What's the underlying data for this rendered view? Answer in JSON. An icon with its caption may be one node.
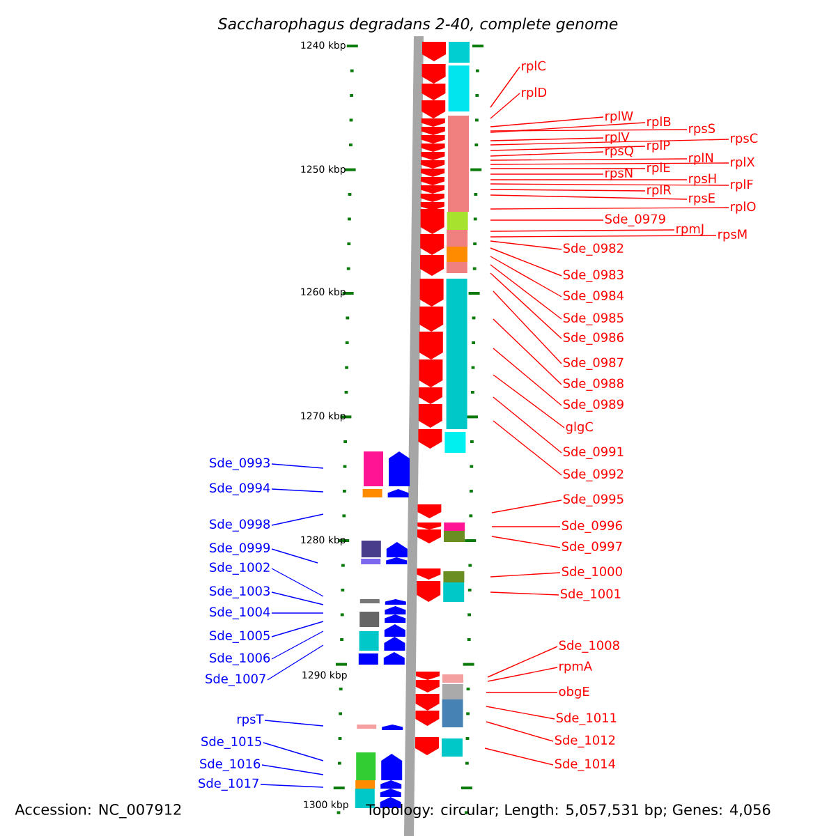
{
  "diagram": {
    "title": "Saccharophagus degradans 2-40, complete genome",
    "nodes": [
      {
        "text": [
          "rplC"
        ]
      },
      {
        "text": [
          "rplD"
        ]
      },
      {
        "text": [
          "rplW"
        ]
      },
      {
        "text": [
          "rplB"
        ]
      },
      {
        "text": [
          "rpsS"
        ]
      },
      {
        "text": [
          "rplV"
        ]
      },
      {
        "text": [
          "rpsC"
        ]
      },
      {
        "text": [
          "rplP"
        ]
      },
      {
        "text": [
          "rpsQ"
        ]
      },
      {
        "text": [
          "rplN"
        ]
      },
      {
        "text": [
          "rplX"
        ]
      },
      {
        "text": [
          "rplE"
        ]
      },
      {
        "text": [
          "rpsN"
        ]
      },
      {
        "text": [
          "rpsH"
        ]
      },
      {
        "text": [
          "rplF"
        ]
      },
      {
        "text": [
          "rplR"
        ]
      },
      {
        "text": [
          "rpsE"
        ]
      },
      {
        "text": [
          "rplO"
        ]
      },
      {
        "text": [
          "Sde_0979"
        ]
      },
      {
        "text": [
          "rpmJ"
        ]
      },
      {
        "text": [
          "rpsM"
        ]
      },
      {
        "text": [
          "Sde_0982"
        ]
      },
      {
        "text": [
          "Sde_0983"
        ]
      },
      {
        "text": [
          "Sde_0984"
        ]
      },
      {
        "text": [
          "Sde_0985"
        ]
      },
      {
        "text": [
          "Sde_0986"
        ]
      },
      {
        "text": [
          "Sde_0987"
        ]
      },
      {
        "text": [
          "Sde_0988"
        ]
      },
      {
        "text": [
          "Sde_0989"
        ]
      },
      {
        "text": [
          "glgC"
        ]
      },
      {
        "text": [
          "Sde_0991"
        ]
      },
      {
        "text": [
          "Sde_0992"
        ]
      },
      {
        "text": [
          "Sde_0995"
        ]
      },
      {
        "text": [
          "Sde_0996"
        ]
      },
      {
        "text": [
          "Sde_0997"
        ]
      },
      {
        "text": [
          "Sde_1000"
        ]
      },
      {
        "text": [
          "Sde_1001"
        ]
      },
      {
        "text": [
          "Sde_1008"
        ]
      },
      {
        "text": [
          "rpmA"
        ]
      },
      {
        "text": [
          "obgE"
        ]
      },
      {
        "text": [
          "Sde_1011"
        ]
      },
      {
        "text": [
          "Sde_1012"
        ]
      },
      {
        "text": [
          "Sde_1014"
        ]
      },
      {
        "text": [
          "Sde_0993"
        ]
      },
      {
        "text": [
          "Sde_0994"
        ]
      },
      {
        "text": [
          "Sde_0998"
        ]
      },
      {
        "text": [
          "Sde_0999"
        ]
      },
      {
        "text": [
          "Sde_1002"
        ]
      },
      {
        "text": [
          "Sde_1003"
        ]
      },
      {
        "text": [
          "Sde_1004"
        ]
      },
      {
        "text": [
          "Sde_1005"
        ]
      },
      {
        "text": [
          "Sde_1006"
        ]
      },
      {
        "text": [
          "Sde_1007"
        ]
      },
      {
        "text": [
          "rpsT"
        ]
      },
      {
        "text": [
          "Sde_1015"
        ]
      },
      {
        "text": [
          "Sde_1016"
        ]
      },
      {
        "text": [
          "Sde_1017"
        ]
      }
    ],
    "edges": [
      {
        "from": 0,
        "to": null,
        "arrow": "none"
      },
      {
        "from": 1,
        "to": null,
        "arrow": "none"
      },
      {
        "from": 2,
        "to": null,
        "arrow": "none"
      },
      {
        "from": 3,
        "to": null,
        "arrow": "none"
      },
      {
        "from": 4,
        "to": null,
        "arrow": "none"
      },
      {
        "from": 5,
        "to": null,
        "arrow": "none"
      },
      {
        "from": 6,
        "to": null,
        "arrow": "none"
      },
      {
        "from": 7,
        "to": null,
        "arrow": "none"
      },
      {
        "from": 8,
        "to": null,
        "arrow": "none"
      },
      {
        "from": 9,
        "to": null,
        "arrow": "none"
      },
      {
        "from": 10,
        "to": null,
        "arrow": "none"
      },
      {
        "from": 11,
        "to": null,
        "arrow": "none"
      },
      {
        "from": 12,
        "to": null,
        "arrow": "none"
      },
      {
        "from": 13,
        "to": null,
        "arrow": "none"
      },
      {
        "from": 14,
        "to": null,
        "arrow": "none"
      },
      {
        "from": 15,
        "to": null,
        "arrow": "none"
      },
      {
        "from": 16,
        "to": null,
        "arrow": "none"
      },
      {
        "from": 17,
        "to": null,
        "arrow": "none"
      },
      {
        "from": 18,
        "to": null,
        "arrow": "none"
      },
      {
        "from": 19,
        "to": null,
        "arrow": "none"
      },
      {
        "from": 20,
        "to": null,
        "arrow": "none"
      },
      {
        "from": 21,
        "to": null,
        "arrow": "none"
      },
      {
        "from": 22,
        "to": null,
        "arrow": "none"
      },
      {
        "from": 23,
        "to": null,
        "arrow": "none"
      },
      {
        "from": 24,
        "to": null,
        "arrow": "none"
      },
      {
        "from": 25,
        "to": null,
        "arrow": "none"
      },
      {
        "from": 26,
        "to": null,
        "arrow": "none"
      },
      {
        "from": 27,
        "to": null,
        "arrow": "none"
      },
      {
        "from": 28,
        "to": null,
        "arrow": "none"
      },
      {
        "from": 29,
        "to": null,
        "arrow": "none"
      },
      {
        "from": 30,
        "to": null,
        "arrow": "none"
      },
      {
        "from": 31,
        "to": null,
        "arrow": "none"
      },
      {
        "from": 32,
        "to": null,
        "arrow": "none"
      },
      {
        "from": 33,
        "to": null,
        "arrow": "none"
      },
      {
        "from": 34,
        "to": null,
        "arrow": "none"
      },
      {
        "from": 35,
        "to": null,
        "arrow": "none"
      },
      {
        "from": 36,
        "to": null,
        "arrow": "none"
      },
      {
        "from": 37,
        "to": null,
        "arrow": "none"
      },
      {
        "from": 38,
        "to": null,
        "arrow": "none"
      },
      {
        "from": 39,
        "to": null,
        "arrow": "none"
      },
      {
        "from": 40,
        "to": null,
        "arrow": "none"
      },
      {
        "from": 41,
        "to": null,
        "arrow": "none"
      },
      {
        "from": 42,
        "to": null,
        "arrow": "none"
      },
      {
        "from": 43,
        "to": null,
        "arrow": "none",
        "color": "#0000ff"
      },
      {
        "from": 44,
        "to": null,
        "arrow": "none",
        "color": "#0000ff"
      },
      {
        "from": 45,
        "to": null,
        "arrow": "none",
        "color": "#0000ff"
      },
      {
        "from": 46,
        "to": null,
        "arrow": "none",
        "color": "#0000ff"
      },
      {
        "from": 47,
        "to": null,
        "arrow": "none",
        "color": "#0000ff"
      },
      {
        "from": 48,
        "to": null,
        "arrow": "none",
        "color": "#0000ff"
      },
      {
        "from": 49,
        "to": null,
        "arrow": "none",
        "color": "#0000ff"
      },
      {
        "from": 50,
        "to": null,
        "arrow": "none",
        "color": "#0000ff"
      },
      {
        "from": 51,
        "to": null,
        "arrow": "none",
        "color": "#0000ff"
      },
      {
        "from": 52,
        "to": null,
        "arrow": "none",
        "color": "#0000ff"
      },
      {
        "from": 53,
        "to": null,
        "arrow": "none",
        "color": "#0000ff"
      },
      {
        "from": 54,
        "to": null,
        "arrow": "none",
        "color": "#0000ff"
      },
      {
        "from": 55,
        "to": null,
        "arrow": "none",
        "color": "#0000ff"
      },
      {
        "from": 56,
        "to": null,
        "arrow": "none",
        "color": "#0000ff"
      }
    ],
    "labels": [
      "1240 kbp",
      "1250 kbp",
      "1260 kbp",
      "1270 kbp",
      "1280 kbp",
      "1290 kbp",
      "1300 kbp",
      "Accession: NC_007912",
      "Topology: circular; Length: 5,057,531 bp; Genes: 4,056"
    ]
  }
}
